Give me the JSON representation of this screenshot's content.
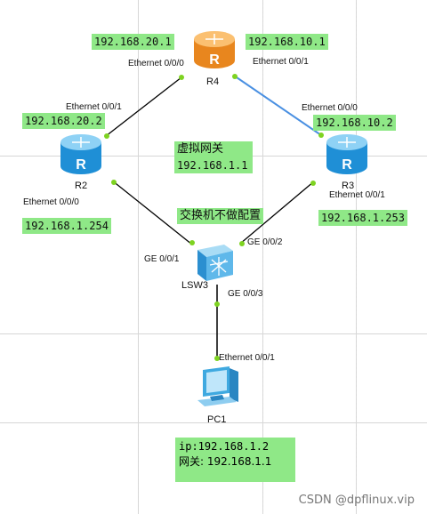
{
  "devices": {
    "r4": "R4",
    "r2": "R2",
    "r3": "R3",
    "lsw3": "LSW3",
    "pc1": "PC1"
  },
  "ports": {
    "r4_left": "Ethernet 0/0/0",
    "r4_right": "Ethernet 0/0/1",
    "r2_top": "Ethernet 0/0/1",
    "r2_bottom": "Ethernet 0/0/0",
    "r3_top": "Ethernet 0/0/0",
    "r3_bottom": "Ethernet 0/0/1",
    "lsw_left": "GE 0/0/1",
    "lsw_right": "GE 0/0/2",
    "lsw_bottom": "GE 0/0/3",
    "pc_top": "Ethernet 0/0/1"
  },
  "ips": {
    "r4_left": "192.168.20.1",
    "r4_right": "192.168.10.1",
    "r2_top": "192.168.20.2",
    "r3_top": "192.168.10.2",
    "r2_bottom": "192.168.1.254",
    "r3_bottom": "192.168.1.253"
  },
  "vgw": {
    "title": "虚拟网关",
    "ip": "192.168.1.1"
  },
  "switch_note": "交换机不做配置",
  "pc_info": {
    "ip_line": "ip:192.168.1.2",
    "gw_line": "网关: 192.168.1.1"
  },
  "watermark": "CSDN @dpflinux.vip",
  "colors": {
    "label_bg": "#8fe887",
    "link_black": "#000000",
    "link_blue": "#4a90e2",
    "port_dot": "#7ed321",
    "router_orange": "#f39c33",
    "router_blue": "#3fa9e0"
  }
}
